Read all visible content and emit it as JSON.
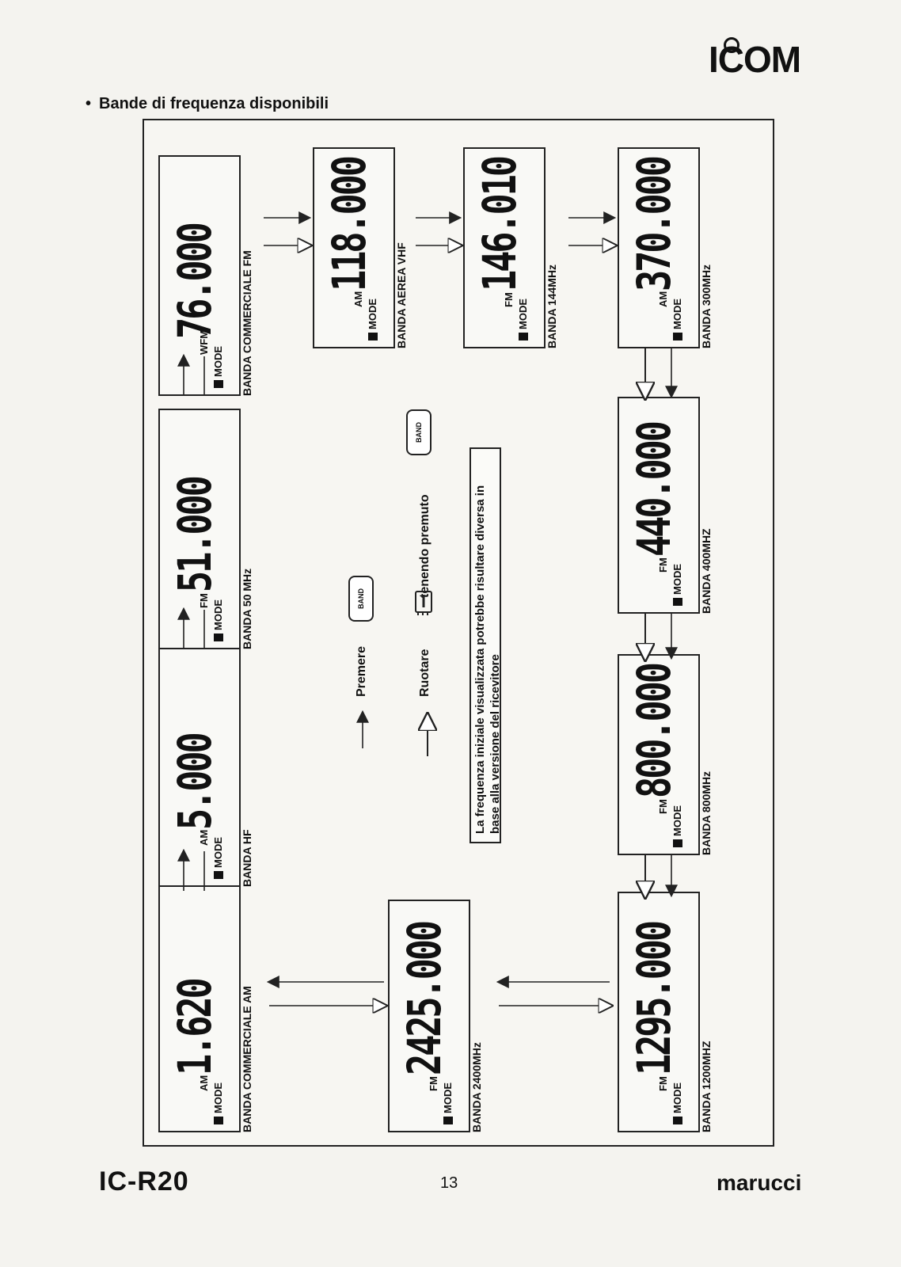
{
  "header": {
    "logo": "ICOM"
  },
  "section": {
    "bullet": "•",
    "title": "Bande di frequenza disponibili"
  },
  "panels": [
    {
      "mode": "MODE",
      "sub": "AM",
      "freq": "1.620",
      "label": "BANDA COMMERCIALE AM"
    },
    {
      "mode": "MODE",
      "sub": "AM",
      "freq": "5.000",
      "label": "BANDA HF"
    },
    {
      "mode": "MODE",
      "sub": "FM",
      "freq": "51.000",
      "label": "BANDA 50 MHz"
    },
    {
      "mode": "MODE",
      "sub": "WFM",
      "freq": "76.000",
      "label": "BANDA COMMERCIALE FM"
    },
    {
      "mode": "MODE",
      "sub": "AM",
      "freq": "118.000",
      "label": "BANDA AEREA VHF"
    },
    {
      "mode": "MODE",
      "sub": "FM",
      "freq": "146.010",
      "label": "BANDA 144MHz"
    },
    {
      "mode": "MODE",
      "sub": "AM",
      "freq": "370.000",
      "label": "BANDA 300MHz"
    },
    {
      "mode": "MODE",
      "sub": "FM",
      "freq": "440.000",
      "label": "BANDA 400MHZ"
    },
    {
      "mode": "MODE",
      "sub": "FM",
      "freq": "800.000",
      "label": "BANDA 800MHz"
    },
    {
      "mode": "MODE",
      "sub": "FM",
      "freq": "1295.000",
      "label": "BANDA 1200MHZ"
    },
    {
      "mode": "MODE",
      "sub": "FM",
      "freq": "2425.000",
      "label": "BANDA 2400MHz"
    }
  ],
  "instructions": {
    "press": "Premere",
    "rotate": "Ruotare",
    "holding": "tenendo premuto",
    "band_key": "BAND"
  },
  "note": "La frequenza iniziale visualizzata potrebbe risultare diversa in base alla versione del ricevitore",
  "footer": {
    "model": "IC-R20",
    "page": "13",
    "brand": "marucci"
  }
}
